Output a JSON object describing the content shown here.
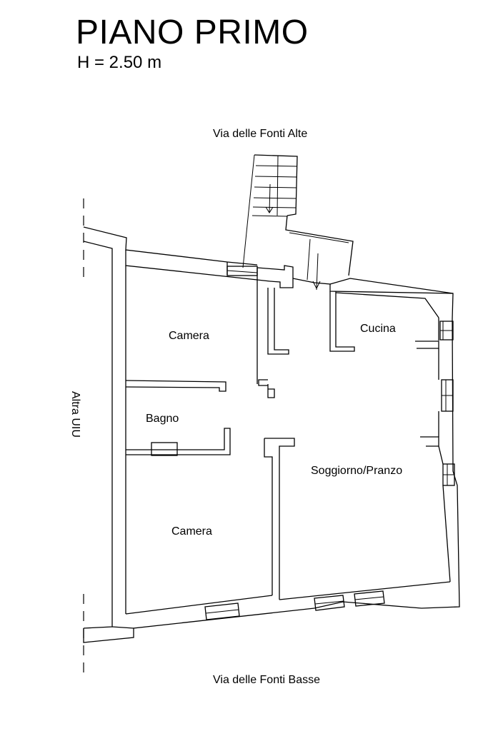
{
  "header": {
    "title": "PIANO PRIMO",
    "height_note": "H = 2.50 m"
  },
  "streets": {
    "top": "Via delle Fonti Alte",
    "bottom": "Via delle Fonti Basse",
    "side": "Altra UIU"
  },
  "rooms": {
    "camera_top": "Camera",
    "bagno": "Bagno",
    "camera_bottom": "Camera",
    "cucina": "Cucina",
    "soggiorno": "Soggiorno/Pranzo"
  }
}
